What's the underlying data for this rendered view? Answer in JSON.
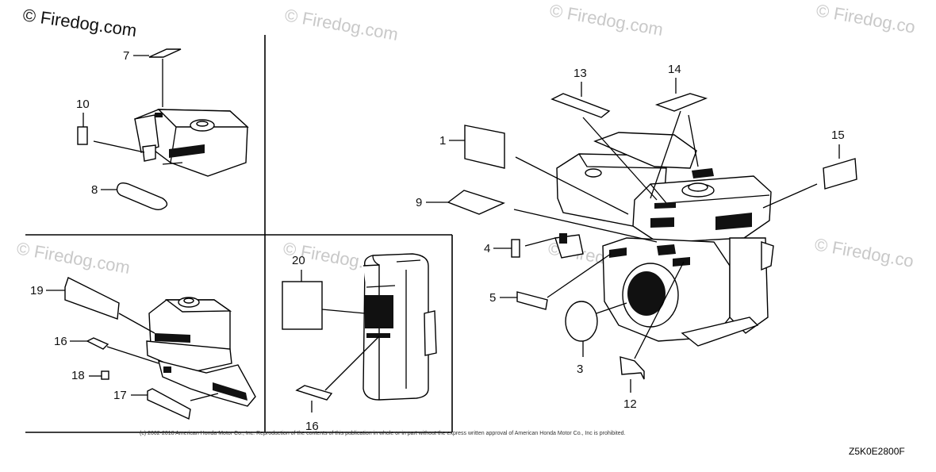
{
  "watermark": {
    "main": "© Firedog.com",
    "repeat": "© Firedog.com",
    "repeat_cut": "© Firedog.co"
  },
  "callouts": [
    "1",
    "3",
    "4",
    "5",
    "7",
    "8",
    "9",
    "10",
    "12",
    "13",
    "14",
    "15",
    "16",
    "16",
    "17",
    "18",
    "19",
    "20"
  ],
  "copyright": "(c) 2002-2018 American Honda Motor Co., Inc. Reproduction of the contents of this publication in whole or in part without the express written approval of American Honda Motor Co., Inc is prohibited.",
  "diagram_code": "Z5K0E2800F"
}
